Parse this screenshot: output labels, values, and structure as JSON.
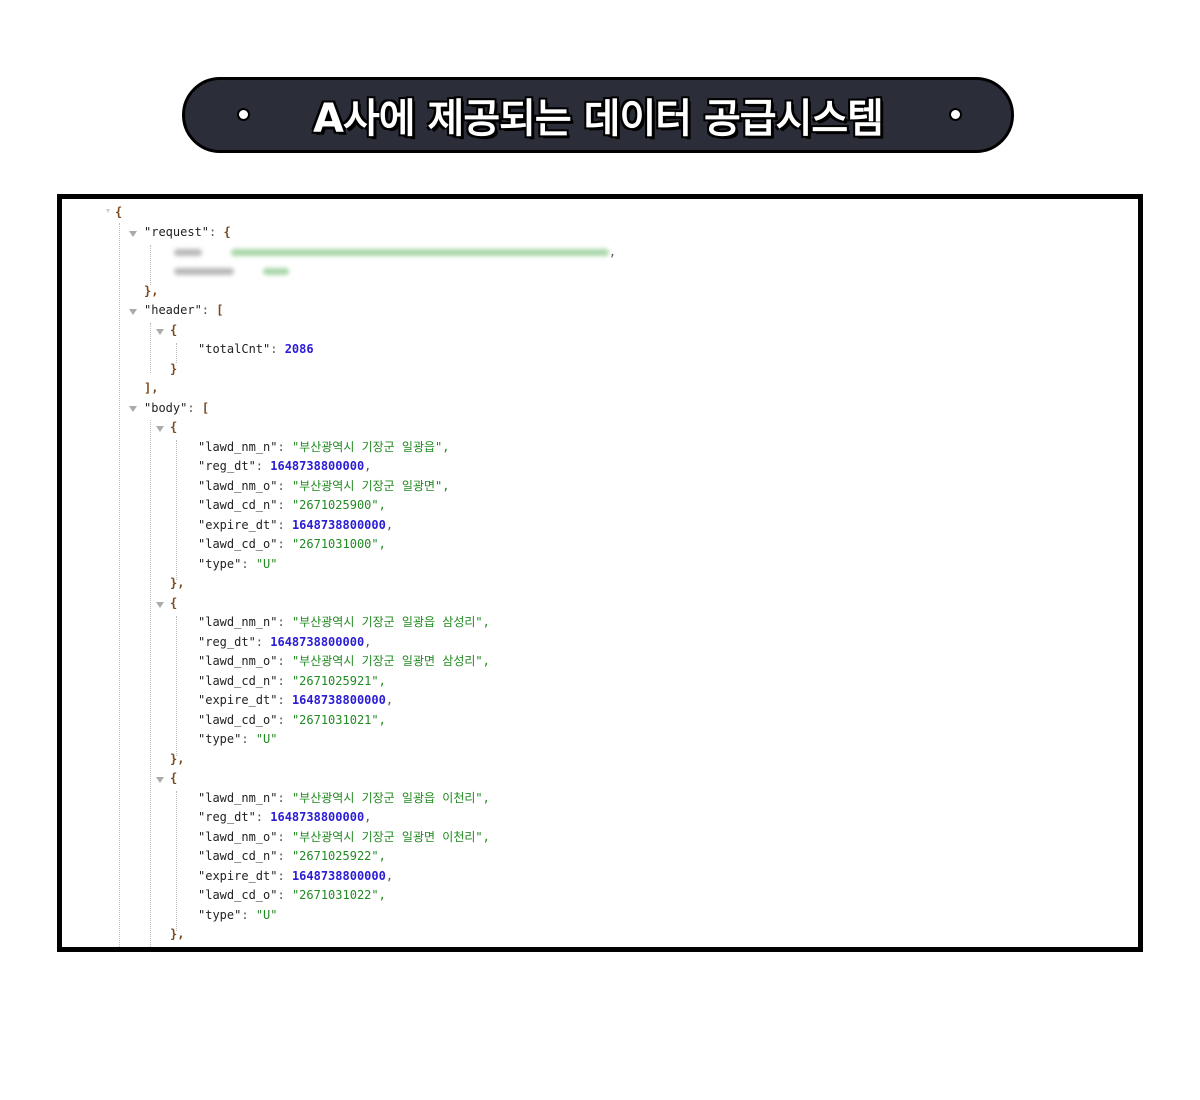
{
  "title": {
    "text": "A사에 제공되는 데이터 공급시스템"
  },
  "json_viewer": {
    "open_brace": "{",
    "request": {
      "key": "\"request\"",
      "open": "{",
      "close": "},",
      "redacted_lines": 2
    },
    "header": {
      "key": "\"header\"",
      "open": "[",
      "close": "],",
      "item_open": "{",
      "item_close": "}",
      "fields": [
        {
          "key": "\"totalCnt\"",
          "value": "2086",
          "type": "number"
        }
      ]
    },
    "body": {
      "key": "\"body\"",
      "open": "[",
      "items": [
        {
          "open": "{",
          "close": "},",
          "fields": [
            {
              "key": "\"lawd_nm_n\"",
              "value": "\"부산광역시 기장군 일광읍\",",
              "type": "string"
            },
            {
              "key": "\"reg_dt\"",
              "value": "1648738800000",
              "suffix": ",",
              "type": "number"
            },
            {
              "key": "\"lawd_nm_o\"",
              "value": "\"부산광역시 기장군 일광면\",",
              "type": "string"
            },
            {
              "key": "\"lawd_cd_n\"",
              "value": "\"2671025900\",",
              "type": "string"
            },
            {
              "key": "\"expire_dt\"",
              "value": "1648738800000",
              "suffix": ",",
              "type": "number"
            },
            {
              "key": "\"lawd_cd_o\"",
              "value": "\"2671031000\",",
              "type": "string"
            },
            {
              "key": "\"type\"",
              "value": "\"U\"",
              "type": "string"
            }
          ]
        },
        {
          "open": "{",
          "close": "},",
          "fields": [
            {
              "key": "\"lawd_nm_n\"",
              "value": "\"부산광역시 기장군 일광읍 삼성리\",",
              "type": "string"
            },
            {
              "key": "\"reg_dt\"",
              "value": "1648738800000",
              "suffix": ",",
              "type": "number"
            },
            {
              "key": "\"lawd_nm_o\"",
              "value": "\"부산광역시 기장군 일광면 삼성리\",",
              "type": "string"
            },
            {
              "key": "\"lawd_cd_n\"",
              "value": "\"2671025921\",",
              "type": "string"
            },
            {
              "key": "\"expire_dt\"",
              "value": "1648738800000",
              "suffix": ",",
              "type": "number"
            },
            {
              "key": "\"lawd_cd_o\"",
              "value": "\"2671031021\",",
              "type": "string"
            },
            {
              "key": "\"type\"",
              "value": "\"U\"",
              "type": "string"
            }
          ]
        },
        {
          "open": "{",
          "close": "},",
          "fields": [
            {
              "key": "\"lawd_nm_n\"",
              "value": "\"부산광역시 기장군 일광읍 이천리\",",
              "type": "string"
            },
            {
              "key": "\"reg_dt\"",
              "value": "1648738800000",
              "suffix": ",",
              "type": "number"
            },
            {
              "key": "\"lawd_nm_o\"",
              "value": "\"부산광역시 기장군 일광면 이천리\",",
              "type": "string"
            },
            {
              "key": "\"lawd_cd_n\"",
              "value": "\"2671025922\",",
              "type": "string"
            },
            {
              "key": "\"expire_dt\"",
              "value": "1648738800000",
              "suffix": ",",
              "type": "number"
            },
            {
              "key": "\"lawd_cd_o\"",
              "value": "\"2671031022\",",
              "type": "string"
            },
            {
              "key": "\"type\"",
              "value": "\"U\"",
              "type": "string"
            }
          ]
        }
      ]
    },
    "punct": {
      "colon": ": ",
      "comma": ","
    }
  }
}
